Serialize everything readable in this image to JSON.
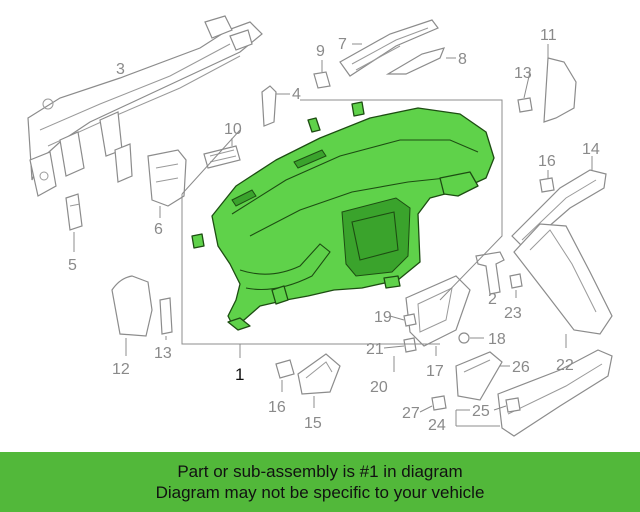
{
  "callouts": {
    "c1": "1",
    "c2": "2",
    "c3": "3",
    "c4": "4",
    "c5": "5",
    "c6": "6",
    "c7": "7",
    "c8": "8",
    "c9": "9",
    "c10": "10",
    "c11": "11",
    "c12": "12",
    "c13a": "13",
    "c13b": "13",
    "c14": "14",
    "c15": "15",
    "c16a": "16",
    "c16b": "16",
    "c17": "17",
    "c18": "18",
    "c19": "19",
    "c20": "20",
    "c21": "21",
    "c22": "22",
    "c23": "23",
    "c24": "24",
    "c25": "25",
    "c26": "26",
    "c27": "27"
  },
  "banner": {
    "line1": "Part or sub-assembly is #1 in diagram",
    "line2": "Diagram may not be specific to your vehicle"
  },
  "colors": {
    "highlight": "#5fd24a",
    "banner": "#52b83a"
  }
}
